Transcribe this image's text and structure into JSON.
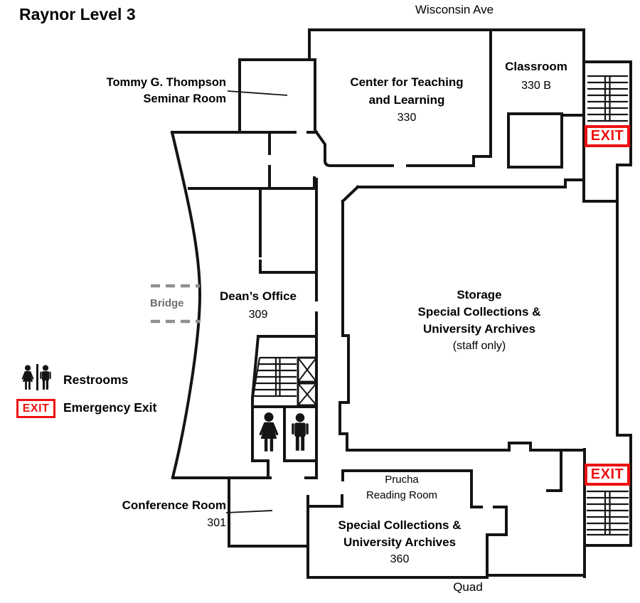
{
  "title": "Raynor Level 3",
  "streets": {
    "north": "Wisconsin Ave",
    "south": "Quad"
  },
  "rooms": {
    "seminar": {
      "line1": "Tommy G. Thompson",
      "line2": "Seminar Room"
    },
    "ctl": {
      "line1": "Center for Teaching",
      "line2": "and Learning",
      "number": "330"
    },
    "classroom": {
      "name": "Classroom",
      "number": "330 B"
    },
    "deans": {
      "name": "Dean’s Office",
      "number": "309"
    },
    "storage": {
      "line1": "Storage",
      "line2": "Special Collections &",
      "line3": "University Archives",
      "line4": "(staff only)"
    },
    "prucha": {
      "line1": "Prucha",
      "line2": "Reading Room"
    },
    "scua": {
      "line1": "Special Collections &",
      "line2": "University Archives",
      "number": "360"
    },
    "conference": {
      "name": "Conference Room",
      "number": "301"
    },
    "bridge": "Bridge"
  },
  "legend": {
    "restrooms": "Restrooms",
    "emergency_exit": "Emergency Exit",
    "exit_sign": "EXIT"
  },
  "exit_signs": {
    "top_right": "EXIT",
    "bottom_right": "EXIT"
  },
  "icons": {
    "legend_restroom": "woman-and-man-restroom-icons",
    "legend_exit": "exit-sign",
    "stairs": "stairs-icon",
    "elevator": "elevator-icon"
  },
  "colors": {
    "wall": "#141414",
    "exit_red": "#ee1111",
    "bridge_gray": "#8f8f8f",
    "bridge_text": "#6f6f6f"
  }
}
